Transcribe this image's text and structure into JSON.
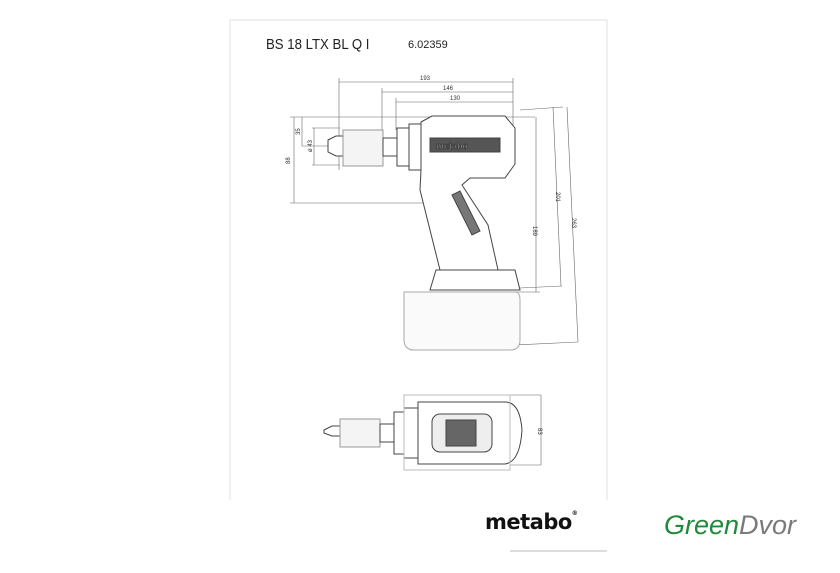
{
  "header": {
    "model": "BS 18 LTX BL Q I",
    "article_number": "6.02359"
  },
  "dimensions": {
    "length_total": "193",
    "length_146": "146",
    "length_130": "130",
    "chuck_offset": "35",
    "chuck_diameter": "ø 43",
    "head_height": "88",
    "height_189": "189",
    "height_201": "201",
    "height_263": "263",
    "width_top": "83"
  },
  "logos": {
    "brand": "metabo",
    "shop_green": "Green",
    "shop_gray": "Dvor"
  },
  "colors": {
    "line": "#555555",
    "green": "#1f8a3a",
    "gray": "#7a7a7a"
  }
}
